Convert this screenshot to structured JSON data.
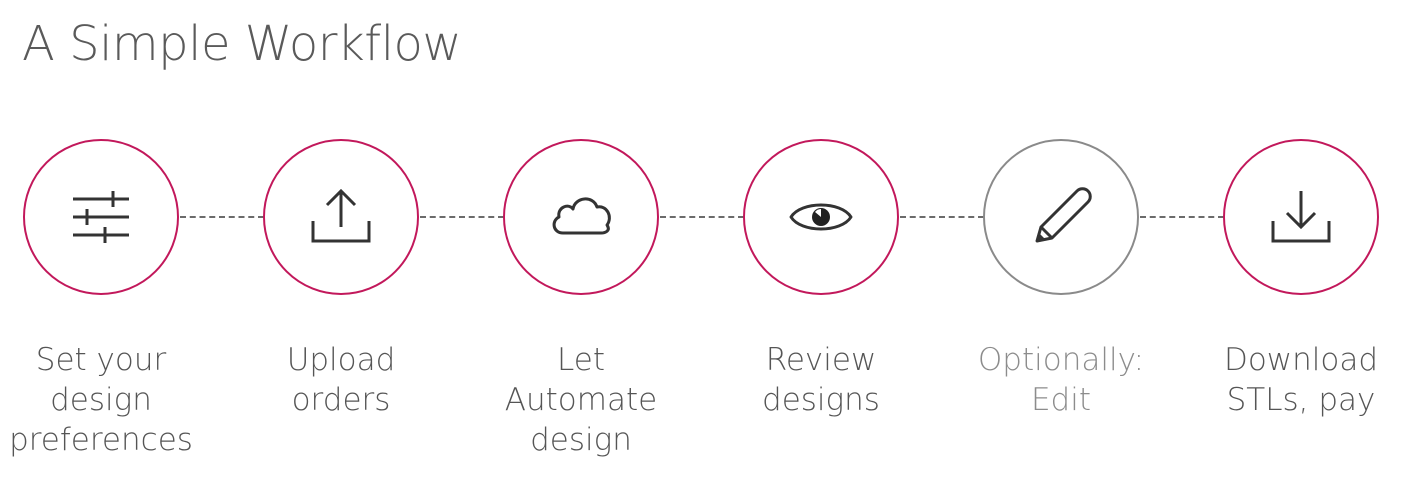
{
  "title": "A Simple Workflow",
  "colors": {
    "accent": "#c2185b",
    "optional": "#8a8a8a",
    "text": "#555555",
    "optional_text": "#8c8c8c",
    "icon": "#333333"
  },
  "steps": [
    {
      "icon": "sliders-icon",
      "optional": false,
      "label_lines": [
        "Set your",
        "design",
        "preferences"
      ]
    },
    {
      "icon": "upload-icon",
      "optional": false,
      "label_lines": [
        "Upload",
        "orders"
      ]
    },
    {
      "icon": "cloud-icon",
      "optional": false,
      "label_lines": [
        "Let",
        "Automate",
        "design"
      ]
    },
    {
      "icon": "eye-icon",
      "optional": false,
      "label_lines": [
        "Review",
        "designs"
      ]
    },
    {
      "icon": "pencil-icon",
      "optional": true,
      "label_lines": [
        "Optionally:",
        "Edit"
      ]
    },
    {
      "icon": "download-icon",
      "optional": false,
      "label_lines": [
        "Download",
        "STLs, pay"
      ]
    }
  ]
}
